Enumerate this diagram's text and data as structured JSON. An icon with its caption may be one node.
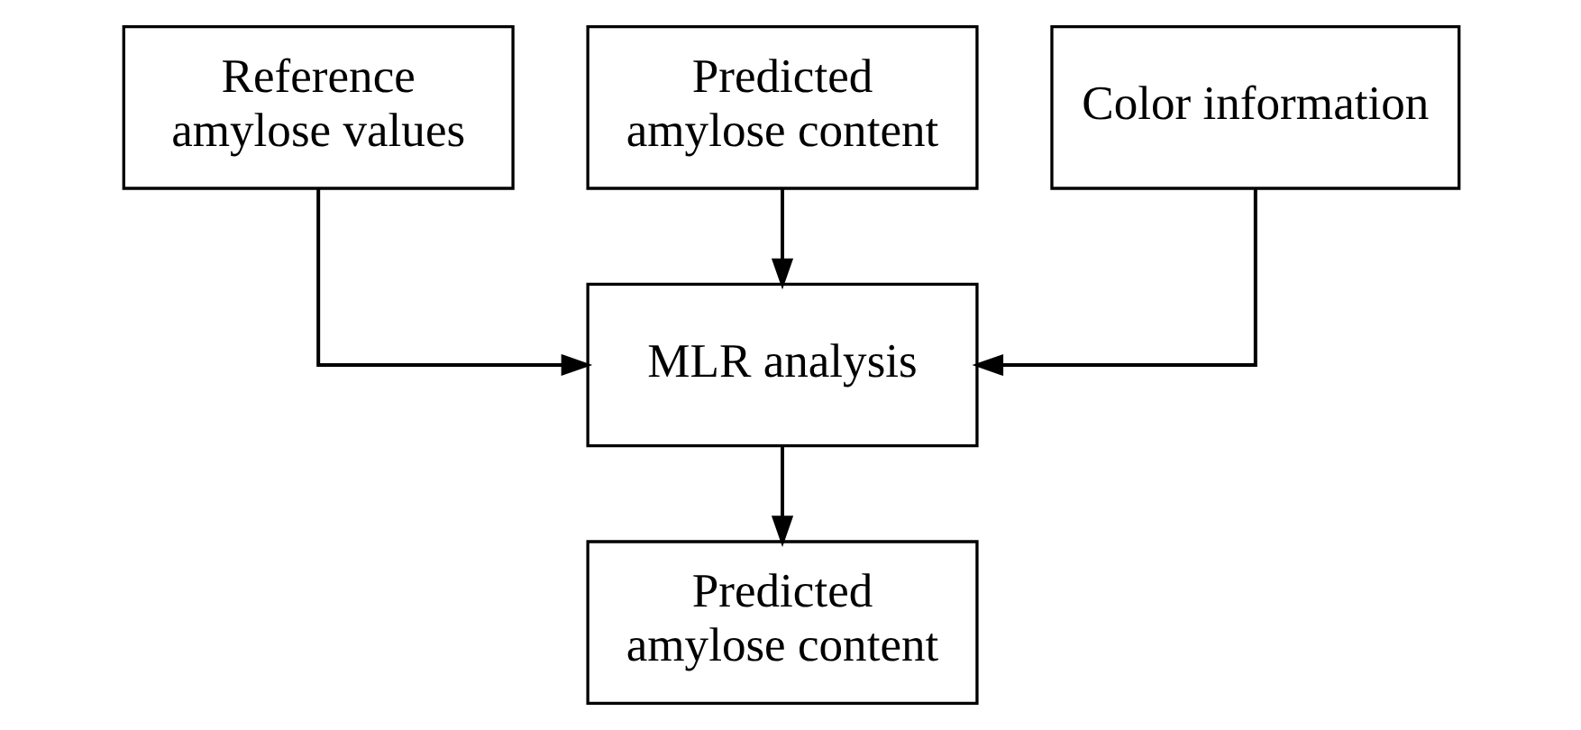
{
  "diagram": {
    "nodes": [
      {
        "text": [
          "Reference amylose values"
        ]
      },
      {
        "text": [
          "Predicted amylose content"
        ]
      },
      {
        "text": [
          "Color information"
        ]
      },
      {
        "text": [
          "MLR analysis"
        ]
      },
      {
        "text": [
          "Predicted amylose content"
        ]
      }
    ],
    "edges": [
      {
        "from": 0,
        "to": 3,
        "arrow": "to"
      },
      {
        "from": 1,
        "to": 3,
        "arrow": "to"
      },
      {
        "from": 2,
        "to": 3,
        "arrow": "to"
      },
      {
        "from": 3,
        "to": 4,
        "arrow": "to"
      }
    ]
  }
}
